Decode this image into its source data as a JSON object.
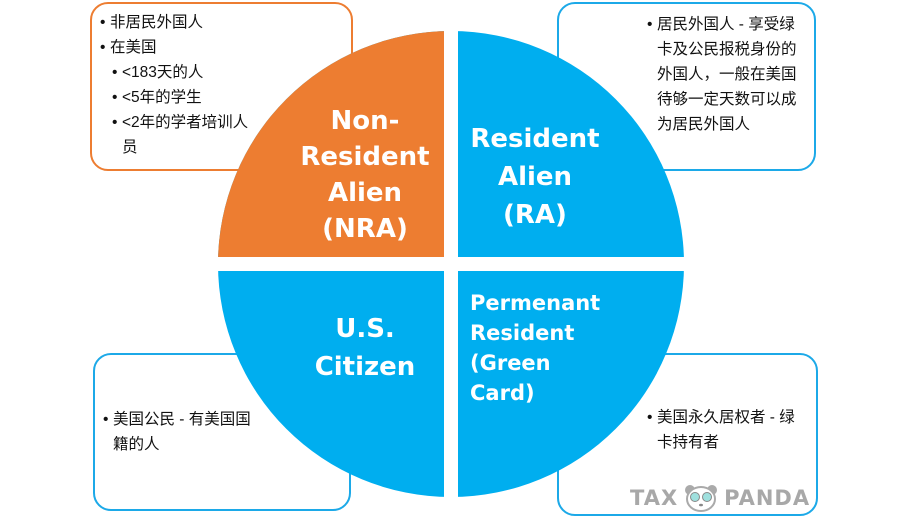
{
  "colors": {
    "orange": "#ED7D31",
    "blue": "#00AEEF",
    "box_blue": "#1CA9E8"
  },
  "quadrants": {
    "nra": [
      "Non-",
      "Resident",
      "Alien",
      "(NRA)"
    ],
    "ra": [
      "Resident",
      "Alien",
      "(RA)"
    ],
    "citizen": [
      "U.S.",
      "Citizen"
    ],
    "pr": [
      "Permenant",
      "Resident",
      "(Green",
      "Card)"
    ]
  },
  "boxes": {
    "nra": {
      "items": [
        "非居民外国人",
        "在美国"
      ],
      "subitems": [
        "<183天的人",
        "<5年的学生",
        "<2年的学者培训人员"
      ]
    },
    "ra": {
      "items": [
        "居民外国人 - 享受绿卡及公民报税身份的外国人，一般在美国待够一定天数可以成为居民外国人"
      ]
    },
    "citizen": {
      "items": [
        "美国公民  - 有美国国籍的人"
      ]
    },
    "pr": {
      "items": [
        "美国永久居权者 - 绿卡持有者"
      ]
    }
  },
  "logo": {
    "left": "TAX",
    "right": "PANDA"
  }
}
